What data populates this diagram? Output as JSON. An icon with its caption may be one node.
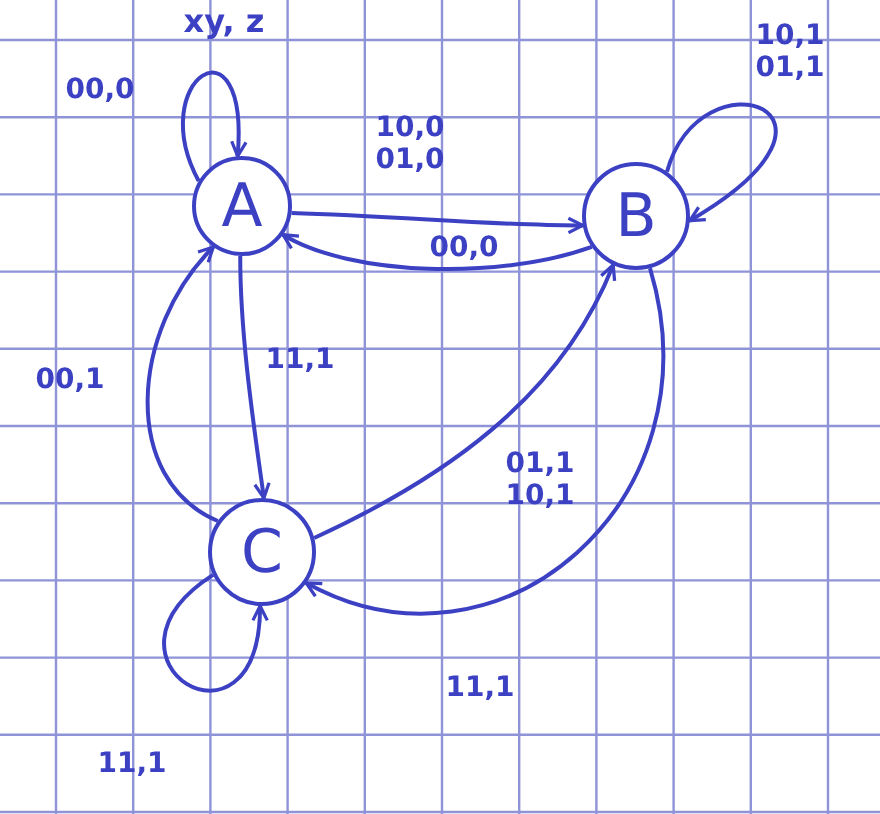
{
  "diagram": {
    "nodes": [
      {
        "text": [
          "A"
        ]
      },
      {
        "text": [
          "B"
        ]
      },
      {
        "text": [
          "C"
        ]
      }
    ],
    "edges": [
      {
        "from": 0,
        "to": 0,
        "arrow": "to",
        "label": "00,0"
      },
      {
        "from": 0,
        "to": 1,
        "arrow": "to",
        "label": "10,0 01,0"
      },
      {
        "from": 1,
        "to": 0,
        "arrow": "to",
        "label": "00,0"
      },
      {
        "from": 1,
        "to": 1,
        "arrow": "to",
        "label": "10,1 01,1"
      },
      {
        "from": 0,
        "to": 2,
        "arrow": "to",
        "label": "11,1"
      },
      {
        "from": 2,
        "to": 0,
        "arrow": "to",
        "label": "00,1"
      },
      {
        "from": 2,
        "to": 1,
        "arrow": "to",
        "label": "01,1 10,1"
      },
      {
        "from": 1,
        "to": 2,
        "arrow": "to",
        "label": "11,1"
      },
      {
        "from": 2,
        "to": 2,
        "arrow": "to",
        "label": "11,1"
      }
    ],
    "labels": [
      "xy, z"
    ]
  }
}
